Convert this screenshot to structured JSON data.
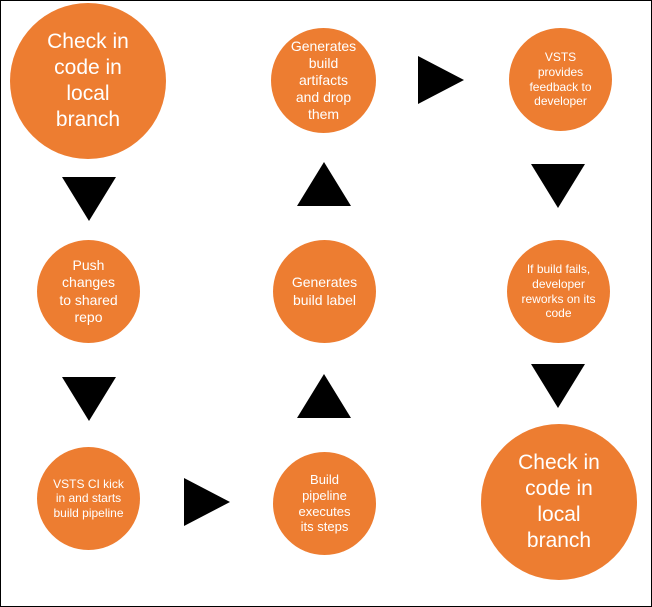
{
  "colors": {
    "node_fill": "#ED7D31",
    "node_text": "#FFFFFF",
    "arrow": "#000000",
    "border": "#000000"
  },
  "nodes": {
    "check_in_top": "Check in code in local branch",
    "push_changes": "Push changes to shared repo",
    "vsts_ci": "VSTS CI kick in and starts build pipeline",
    "build_pipeline": "Build pipeline executes its steps",
    "build_label": "Generates build label",
    "build_artifacts": "Generates build artifacts and drop them",
    "vsts_feedback": "VSTS provides feedback to developer",
    "build_fails": "If build fails, developer reworks on its code",
    "check_in_bottom": "Check in code in local branch"
  }
}
